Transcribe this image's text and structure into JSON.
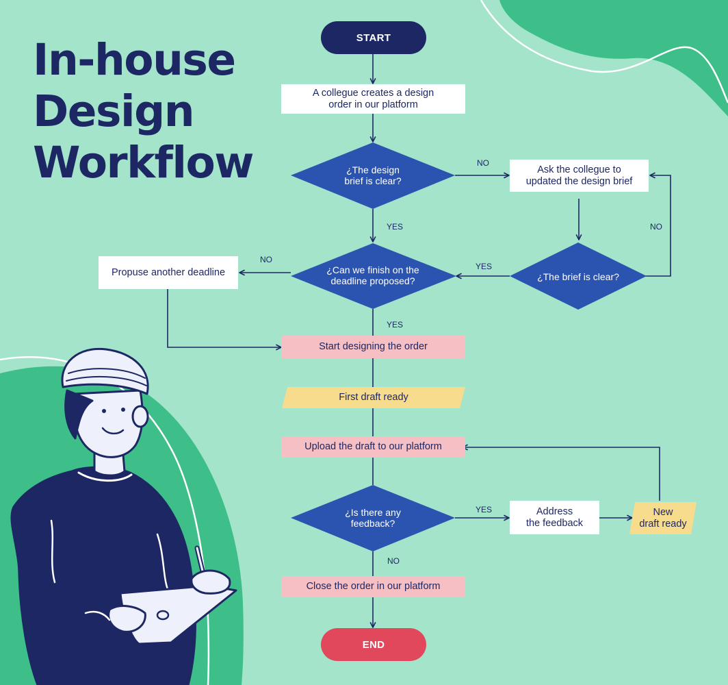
{
  "title_lines": [
    "In-house",
    "Design",
    "Workflow"
  ],
  "colors": {
    "background": "#a3e4cb",
    "accent_green": "#3ebf8a",
    "navy": "#1d2763",
    "decision_blue": "#2b54b0",
    "end_red": "#e2485b",
    "pink": "#f6bfc3",
    "yellow": "#f8dc8e"
  },
  "nodes": {
    "start": "START",
    "create_order": "A collegue creates a design\norder in our platform",
    "brief_clear_q": "¿The design\nbrief is clear?",
    "ask_update": "Ask the collegue to\nupdated the design brief",
    "brief_clear_q2": "¿The brief is clear?",
    "deadline_q": "¿Can we finish on the\ndeadline proposed?",
    "propose_deadline": "Propuse another deadline",
    "start_designing": "Start designing the order",
    "first_draft": "First draft ready",
    "upload_draft": "Upload the draft to our platform",
    "feedback_q": "¿Is there any\nfeedback?",
    "address_feedback": "Address\nthe feedback",
    "new_draft": "New\ndraft ready",
    "close_order": "Close the order in our platform",
    "end": "END"
  },
  "labels": {
    "no1": "NO",
    "no2": "NO",
    "yes1": "YES",
    "yes2": "YES",
    "no3": "NO",
    "yes3": "YES",
    "yes4": "YES",
    "no4": "NO"
  },
  "illustration": "person-holding-tablet"
}
